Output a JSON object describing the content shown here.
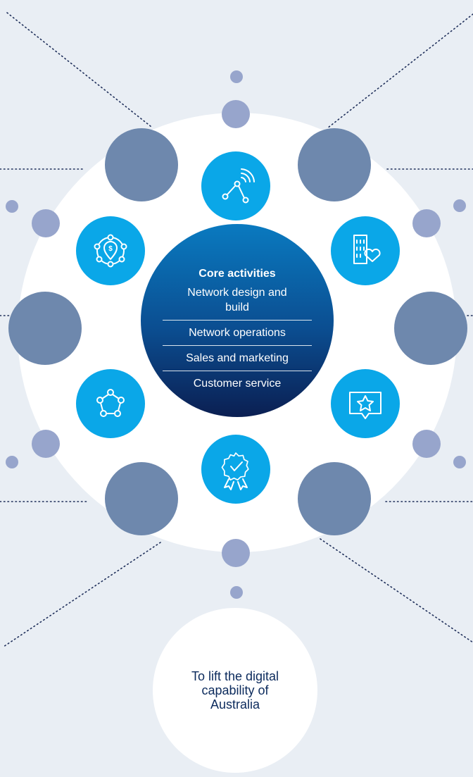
{
  "colors": {
    "background": "#e9eef4",
    "ring": "#ffffff",
    "icon_circle": "#0aa7e8",
    "large_circle": "#6e88ad",
    "small_circle": "#97a5cc",
    "core_top": "#0a7ac0",
    "core_bottom": "#0b1f52",
    "purpose_text": "#0b2a5c"
  },
  "core": {
    "title": "Core activities",
    "items": [
      "Network design and build",
      "Network operations",
      "Sales and marketing",
      "Customer service"
    ]
  },
  "purpose": {
    "text": "To lift the digital capability of Australia"
  },
  "icons": [
    "network-signal-icon",
    "building-heart-icon",
    "review-star-icon",
    "award-check-icon",
    "connected-nodes-icon",
    "money-location-icon"
  ]
}
